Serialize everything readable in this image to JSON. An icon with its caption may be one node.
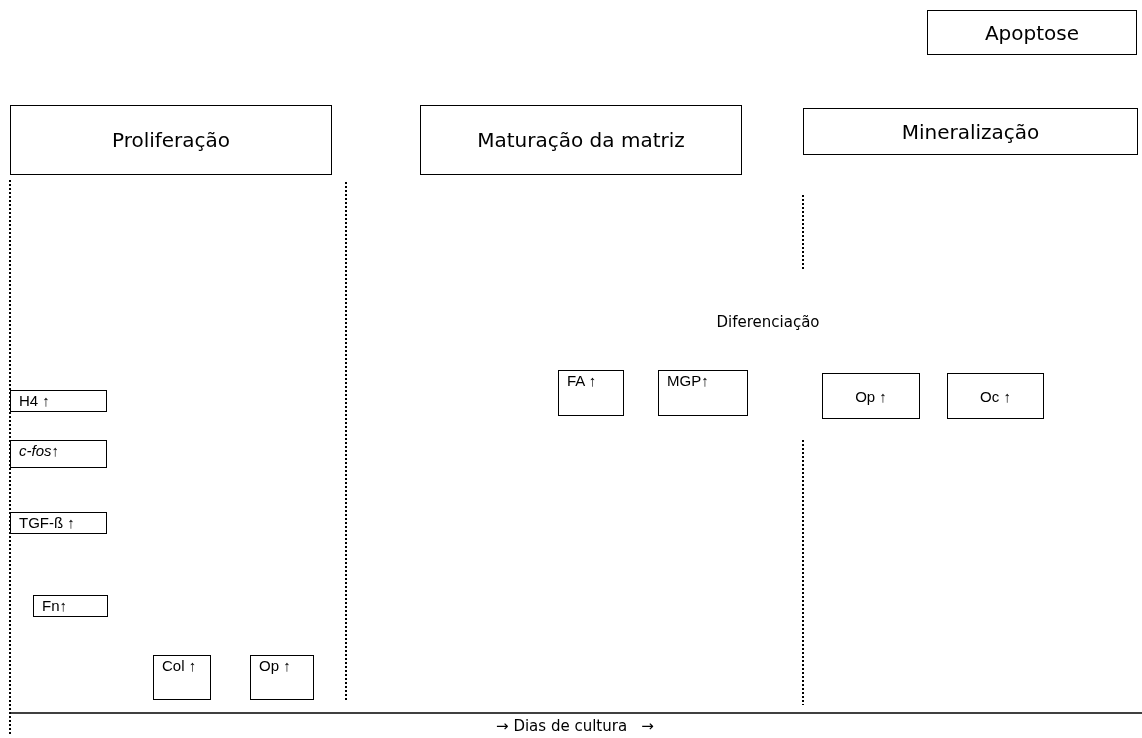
{
  "diagram": {
    "nodes": [
      {
        "text": [
          "Apoptose"
        ]
      },
      {
        "text": [
          "Proliferação"
        ]
      },
      {
        "text": [
          "Maturação da matriz"
        ]
      },
      {
        "text": [
          "Mineralização"
        ]
      },
      {
        "text": [
          "H4 ↑"
        ]
      },
      {
        "text": [
          "*c-fos*↑"
        ]
      },
      {
        "text": [
          "TGF-ß ↑"
        ]
      },
      {
        "text": [
          "Fn↑"
        ]
      },
      {
        "text": [
          "Col ↑"
        ]
      },
      {
        "text": [
          "Op ↑"
        ]
      },
      {
        "text": [
          "FA ↑"
        ]
      },
      {
        "text": [
          "MGP↑"
        ]
      },
      {
        "text": [
          "Op ↑"
        ]
      },
      {
        "text": [
          "Oc ↑"
        ]
      }
    ],
    "edges": [],
    "labels": [
      "Diferenciação",
      "→ Dias de cultura →"
    ]
  }
}
